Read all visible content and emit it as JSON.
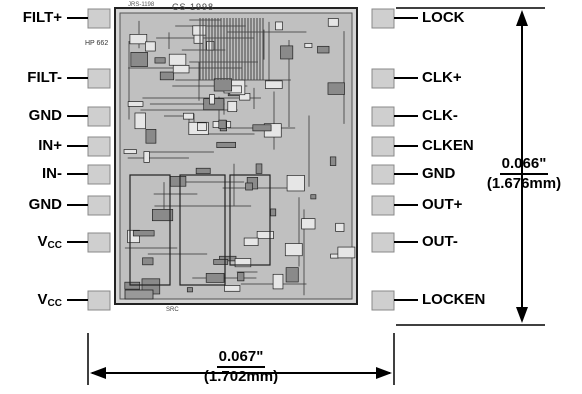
{
  "die": {
    "top_marking": "CS 1998",
    "top_small": "JRS-1198",
    "part_marking": "HP 662",
    "bottom_marking": "SRC"
  },
  "left_pins": [
    {
      "label": "FILT+"
    },
    {
      "label": "FILT-"
    },
    {
      "label": "GND"
    },
    {
      "label": "IN+"
    },
    {
      "label": "IN-"
    },
    {
      "label": "GND"
    },
    {
      "label": "V",
      "sub": "CC"
    },
    {
      "label": "V",
      "sub": "CC"
    }
  ],
  "right_pins": [
    {
      "label": "LOCK"
    },
    {
      "label": "CLK+"
    },
    {
      "label": "CLK-"
    },
    {
      "label": "CLKEN"
    },
    {
      "label": "GND"
    },
    {
      "label": "OUT+"
    },
    {
      "label": "OUT-"
    },
    {
      "label": "LOCKEN"
    }
  ],
  "dimensions": {
    "height_inch": "0.066\"",
    "height_mm": "(1.676mm)",
    "width_inch": "0.067\"",
    "width_mm": "(1.702mm)"
  }
}
